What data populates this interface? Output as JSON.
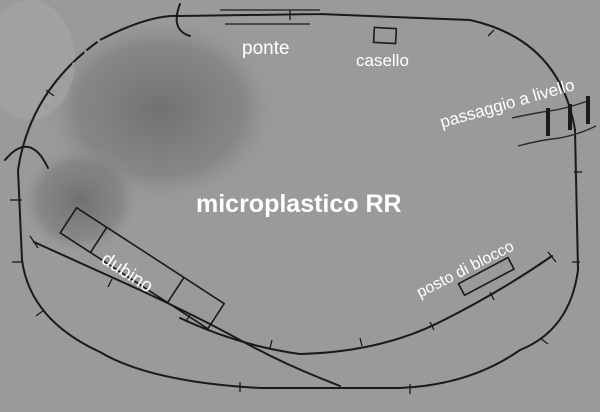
{
  "diagram": {
    "title": "microplastico RR",
    "labels": {
      "ponte": "ponte",
      "casello": "casello",
      "passaggio": "passaggio a livello",
      "dubino": "dubino",
      "posto": "posto di blocco"
    },
    "colors": {
      "background": "#9a9a9a",
      "track": "#1a1a1a",
      "label": "#ffffff"
    }
  }
}
